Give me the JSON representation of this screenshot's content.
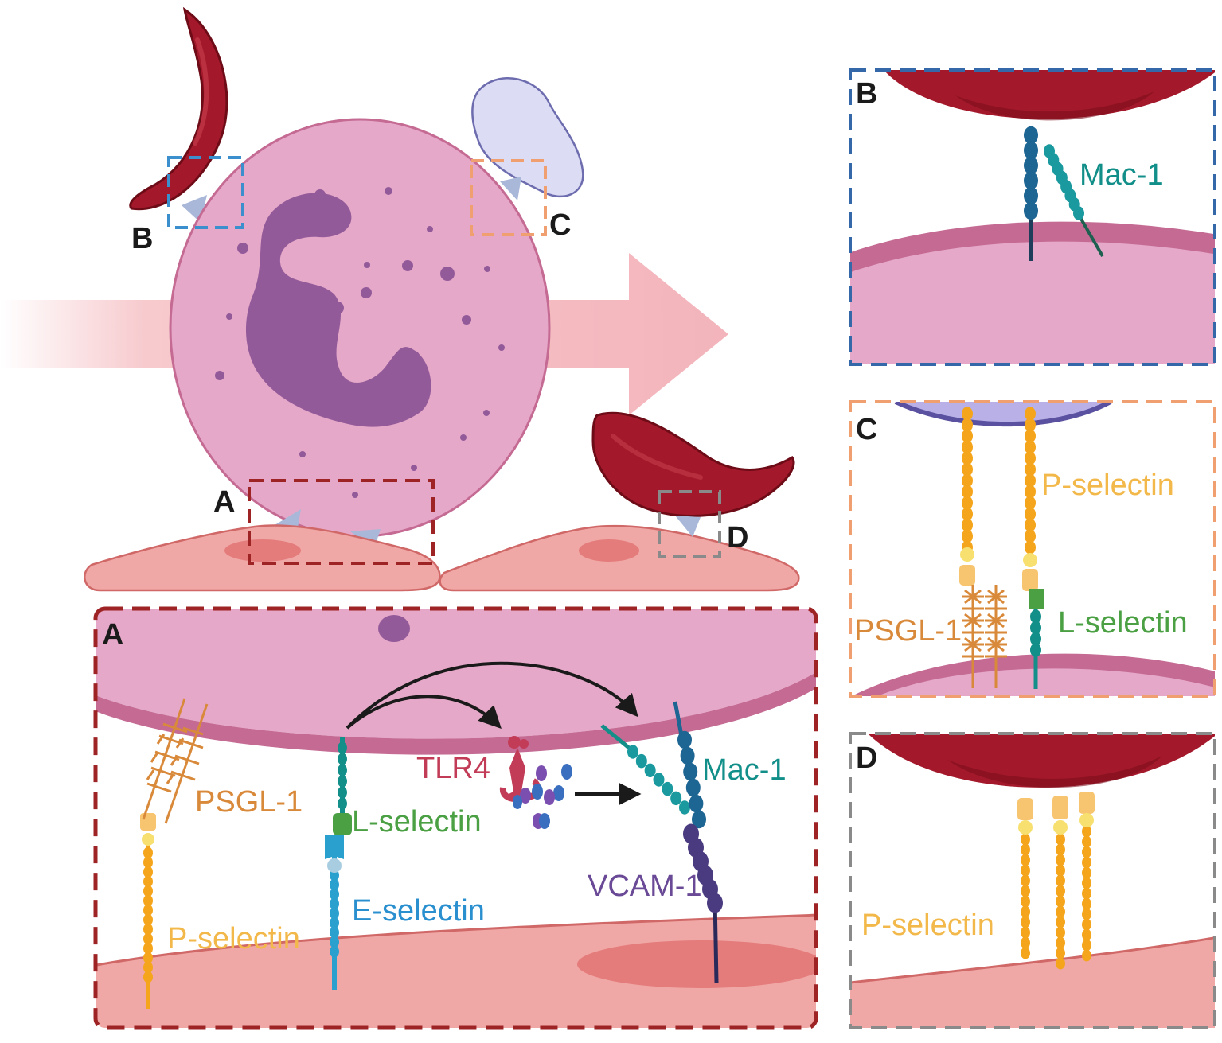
{
  "panel_letters": {
    "main_b": "B",
    "main_c": "C",
    "main_a": "A",
    "main_d": "D",
    "inset_a": "A",
    "inset_b": "B",
    "inset_c": "C",
    "inset_d": "D"
  },
  "molecules": {
    "a_psgl1": "PSGL-1",
    "a_lselectin": "L-selectin",
    "a_tlr4": "TLR4",
    "a_mac1": "Mac-1",
    "a_eselectin": "E-selectin",
    "a_vcam1": "VCAM-1",
    "a_pselectin": "P-selectin",
    "b_mac1": "Mac-1",
    "c_pselectin": "P-selectin",
    "c_psgl1": "PSGL-1",
    "c_lselectin": "L-selectin",
    "d_pselectin": "P-selectin"
  },
  "colors": {
    "neutrophil": "#e6a8c8",
    "neutrophil_edge": "#c46a93",
    "nucleus": "#935a9a",
    "rbc": "#a3192b",
    "rbc_dark": "#7d0e1c",
    "platelet": "#dcdcf5",
    "endothelium": "#f0a8a6",
    "endo_nucleus": "#e47c7c",
    "p_selectin": "#f4a51c",
    "psgl1": "#d9893a",
    "l_selectin": "#4aa043",
    "e_selectin": "#2aa0cf",
    "mac1": "#138f8a",
    "mac1_dark": "#1d6592",
    "vcam1": "#6a4a96",
    "tlr4": "#c23c57",
    "box_a": "#9e2325",
    "box_b": "#3568a8",
    "box_b_main": "#3a8fcc",
    "box_c": "#f0a070",
    "box_d": "#8a8a8a"
  }
}
